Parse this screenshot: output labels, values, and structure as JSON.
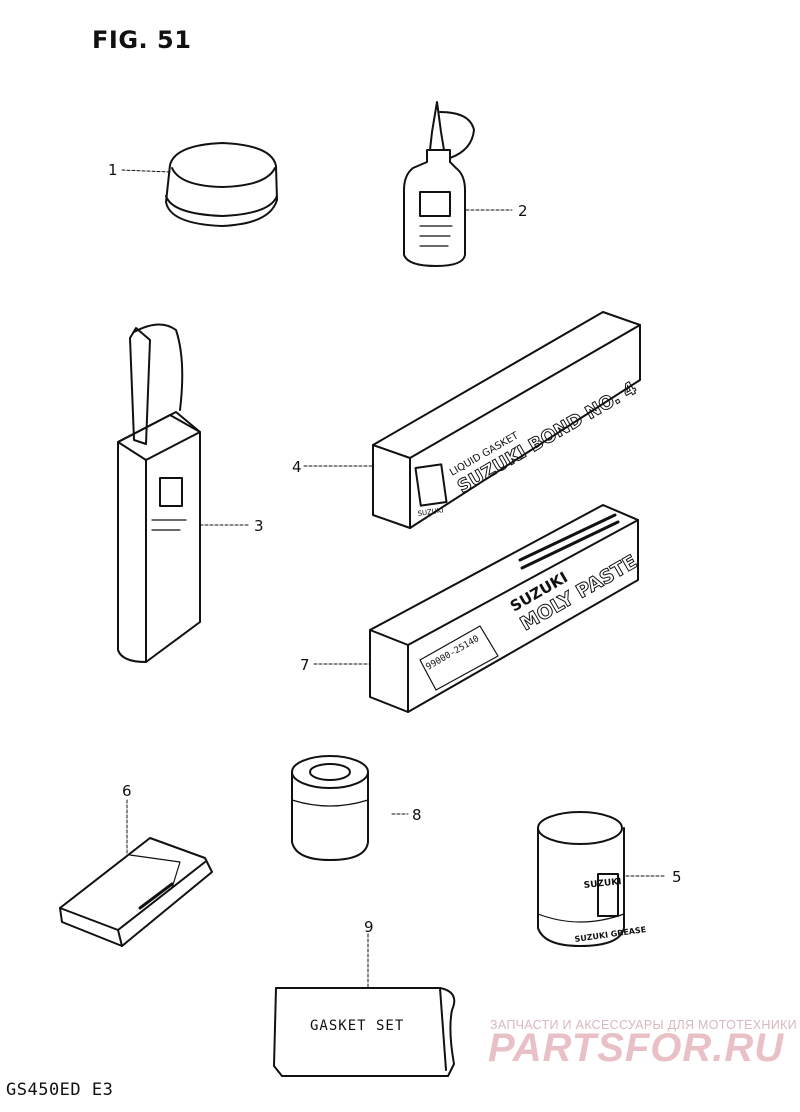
{
  "figure": {
    "title": "FIG. 51",
    "model": "GS450ED E3"
  },
  "parts": [
    {
      "ref": "1"
    },
    {
      "ref": "2"
    },
    {
      "ref": "3"
    },
    {
      "ref": "4",
      "box_lines": [
        "LIQUID GASKET",
        "SUZUKI BOND NO. 4"
      ],
      "brand": "SUZUKI"
    },
    {
      "ref": "5",
      "can_text": [
        "SUZUKI",
        "SUZUKI GREASE"
      ]
    },
    {
      "ref": "6"
    },
    {
      "ref": "7",
      "box_lines": [
        "SUZUKI",
        "MOLY PASTE"
      ],
      "side_text": [
        "99000-25140"
      ]
    },
    {
      "ref": "8"
    },
    {
      "ref": "9",
      "label": "GASKET SET"
    }
  ],
  "watermark": {
    "tagline": "ЗАПЧАСТИ И АКСЕССУАРЫ ДЛЯ МОТОТЕХНИКИ",
    "brand": "PARTSFOR.RU"
  }
}
